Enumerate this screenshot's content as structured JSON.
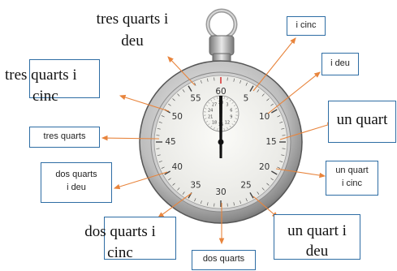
{
  "stopwatch": {
    "dial_numbers": [
      "60",
      "5",
      "10",
      "15",
      "20",
      "25",
      "30",
      "35",
      "40",
      "45",
      "50",
      "55"
    ],
    "subdial_numbers": [
      "30",
      "3",
      "6",
      "9",
      "12",
      "15",
      "18",
      "21",
      "24",
      "27"
    ]
  },
  "labels": {
    "tres_quarts_i_deu": [
      "tres quarts i",
      "deu"
    ],
    "i_cinc": "i cinc",
    "i_deu": "i deu",
    "tres_quarts_i_cinc": [
      "tres quarts i",
      "cinc"
    ],
    "un_quart": "un quart",
    "tres_quarts": "tres quarts",
    "dos_quarts_i_deu": [
      "dos quarts",
      "i deu"
    ],
    "un_quart_i_cinc": [
      "un quart",
      "i cinc"
    ],
    "dos_quarts_i_cinc": [
      "dos quarts i",
      "cinc"
    ],
    "un_quart_i_deu": [
      "un quart i",
      "deu"
    ],
    "dos_quarts": "dos quarts"
  },
  "colors": {
    "arrow": "#e8843c",
    "box_border": "#2e6da4",
    "dial_red": "#d62020"
  }
}
